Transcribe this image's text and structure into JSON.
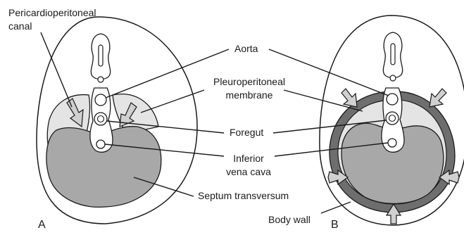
{
  "labels": {
    "pericardioperitoneal_canal": [
      "Pericardioperitoneal",
      "canal"
    ],
    "aorta": "Aorta",
    "pleuroperitoneal_membrane": [
      "Pleuroperitoneal",
      "membrane"
    ],
    "foregut": "Foregut",
    "inferior_vena_cava": [
      "Inferior",
      "vena cava"
    ],
    "septum_transversum": "Septum transversum",
    "body_wall": "Body wall"
  },
  "panels": {
    "left": "A",
    "right": "B"
  },
  "colors": {
    "septum": "#a8a8a8",
    "canal_fill": "#e4e4e4",
    "body_wall_band": "#6e6e6e",
    "outline": "#1a1a1a",
    "arrow_fill": "#d0d0d0"
  }
}
